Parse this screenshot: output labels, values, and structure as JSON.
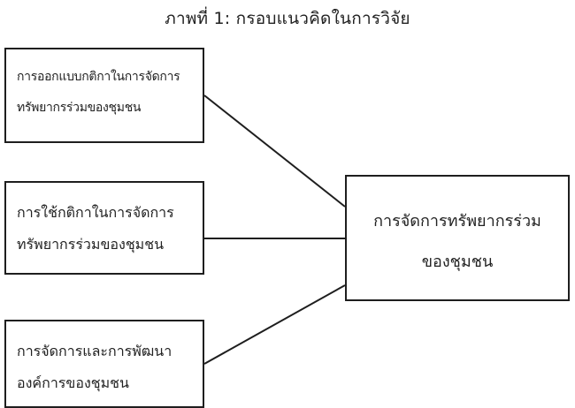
{
  "title": "ภาพที่ 1: กรอบแนวคิดในการวิจัย",
  "boxes": [
    {
      "line1": "การออกแบบกติกาในการจัดการ",
      "line2": "ทรัพยากรร่วมของชุมชน"
    },
    {
      "line1": "การใช้กติกาในการจัดการ",
      "line2": "ทรัพยากรร่วมของชุมชน"
    },
    {
      "line1": "การจัดการและการพัฒนา",
      "line2": "องค์การของชุมชน"
    }
  ],
  "center_box": {
    "line1": "การจัดการทรัพยากรร่วม",
    "line2": "ของชุมชน"
  }
}
